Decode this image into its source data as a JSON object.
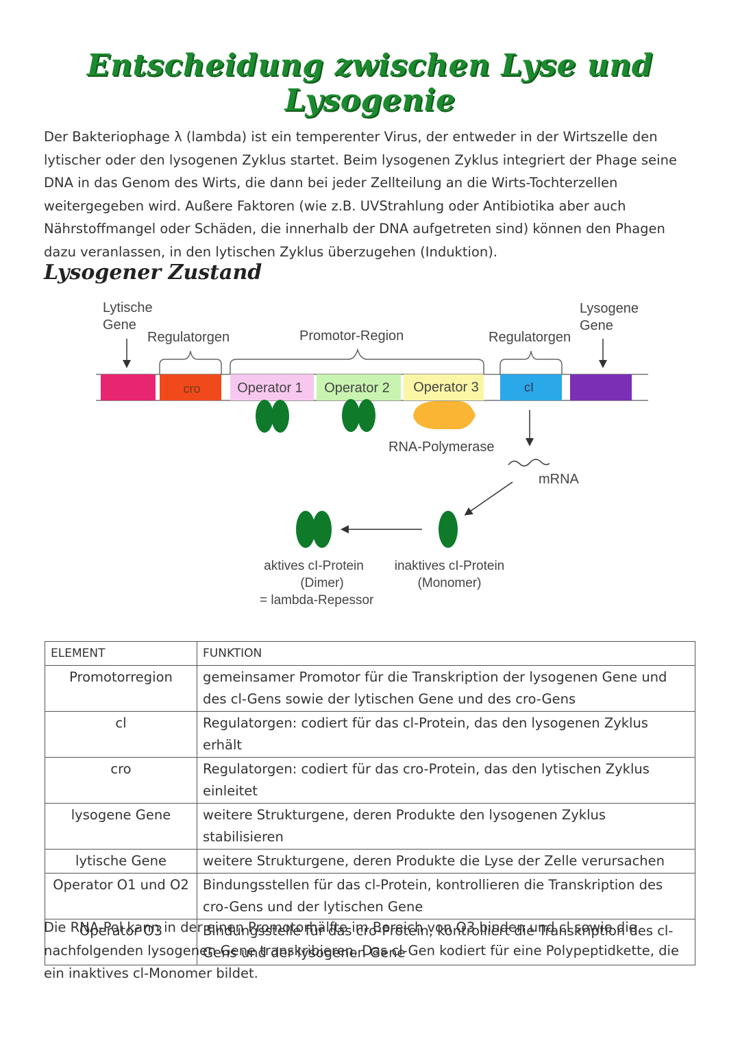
{
  "title": "Entscheidung zwischen Lyse und Lysogenie",
  "intro": "Der Bakteriophage λ (lambda) ist ein temperenter Virus, der entweder in der Wirtszelle den lytischer oder den lysogenen Zyklus startet. Beim lysogenen Zyklus integriert der Phage seine DNA in das Genom des Wirts, die dann bei jeder Zellteilung an die Wirts-Tochterzellen weitergegeben wird. Außere Faktoren (wie z.B. UVStrahlung oder Antibiotika aber auch Nährstoffmangel oder Schäden, die innerhalb der DNA aufgetreten sind) können den Phagen dazu veranlassen, in den lytischen Zyklus überzugehen (Induktion).",
  "section_heading": "Lysogener Zustand",
  "diagram": {
    "lytic_genes": [
      "Lytische",
      "Gene"
    ],
    "regulator_left": "Regulatorgen",
    "promoter_region": "Promotor-Region",
    "regulator_right": "Regulatorgen",
    "lysogenic_genes": [
      "Lysogene",
      "Gene"
    ],
    "cro": "cro",
    "operator1": "Operator 1",
    "operator2": "Operator 2",
    "operator3": "Operator 3",
    "cI": "cI",
    "rna_polymerase": "RNA-Polymerase",
    "mrna": "mRNA",
    "active_protein": [
      "aktives cI-Protein",
      "(Dimer)",
      "= lambda-Repessor"
    ],
    "inactive_protein": [
      "inaktives cI-Protein",
      "(Monomer)"
    ],
    "colors": {
      "lytic": "#e8256f",
      "cro": "#f04a1c",
      "operator1": "#f7c8ef",
      "operator2": "#c8f3b0",
      "operator3": "#fbf6a6",
      "cI": "#2aa8e8",
      "lysogenic": "#7a2fb5",
      "protein": "#0e7a2a",
      "polymerase": "#f9b533"
    }
  },
  "table": {
    "headers": [
      "ELEMENT",
      "FUNKTION"
    ],
    "rows": [
      {
        "element": "Promotorregion",
        "function": "gemeinsamer Promotor für die Transkription der lysogenen Gene und des cl-Gens sowie der lytischen Gene und des cro-Gens"
      },
      {
        "element": "cl",
        "function": "Regulatorgen: codiert für das cl-Protein, das den lysogenen Zyklus erhält"
      },
      {
        "element": "cro",
        "function": "Regulatorgen: codiert für das cro-Protein, das den lytischen Zyklus einleitet"
      },
      {
        "element": "lysogene Gene",
        "function": "weitere Strukturgene, deren Produkte den lysogenen Zyklus stabilisieren"
      },
      {
        "element": "lytische Gene",
        "function": "weitere Strukturgene, deren Produkte die Lyse der Zelle verursachen"
      },
      {
        "element": "Operator O1 und O2",
        "function": "Bindungsstellen für das cl-Protein, kontrollieren die Transkription des cro-Gens und der lytischen Gene"
      },
      {
        "element": "Operator O3",
        "function": "Bindungsstelle für das cro-Protein, kontrolliert die Transkription des cl-Gens und der lysogenen Gene"
      }
    ]
  },
  "outro": "Die RNA-Pol kann in der einen Promotorhälfte im Bereich von O3 binden und cl sowie die nachfolgenden lysogenen Gene transkribieren. Das cl-Gen kodiert für eine Polypeptidkette, die ein inaktives cl-Monomer bildet."
}
